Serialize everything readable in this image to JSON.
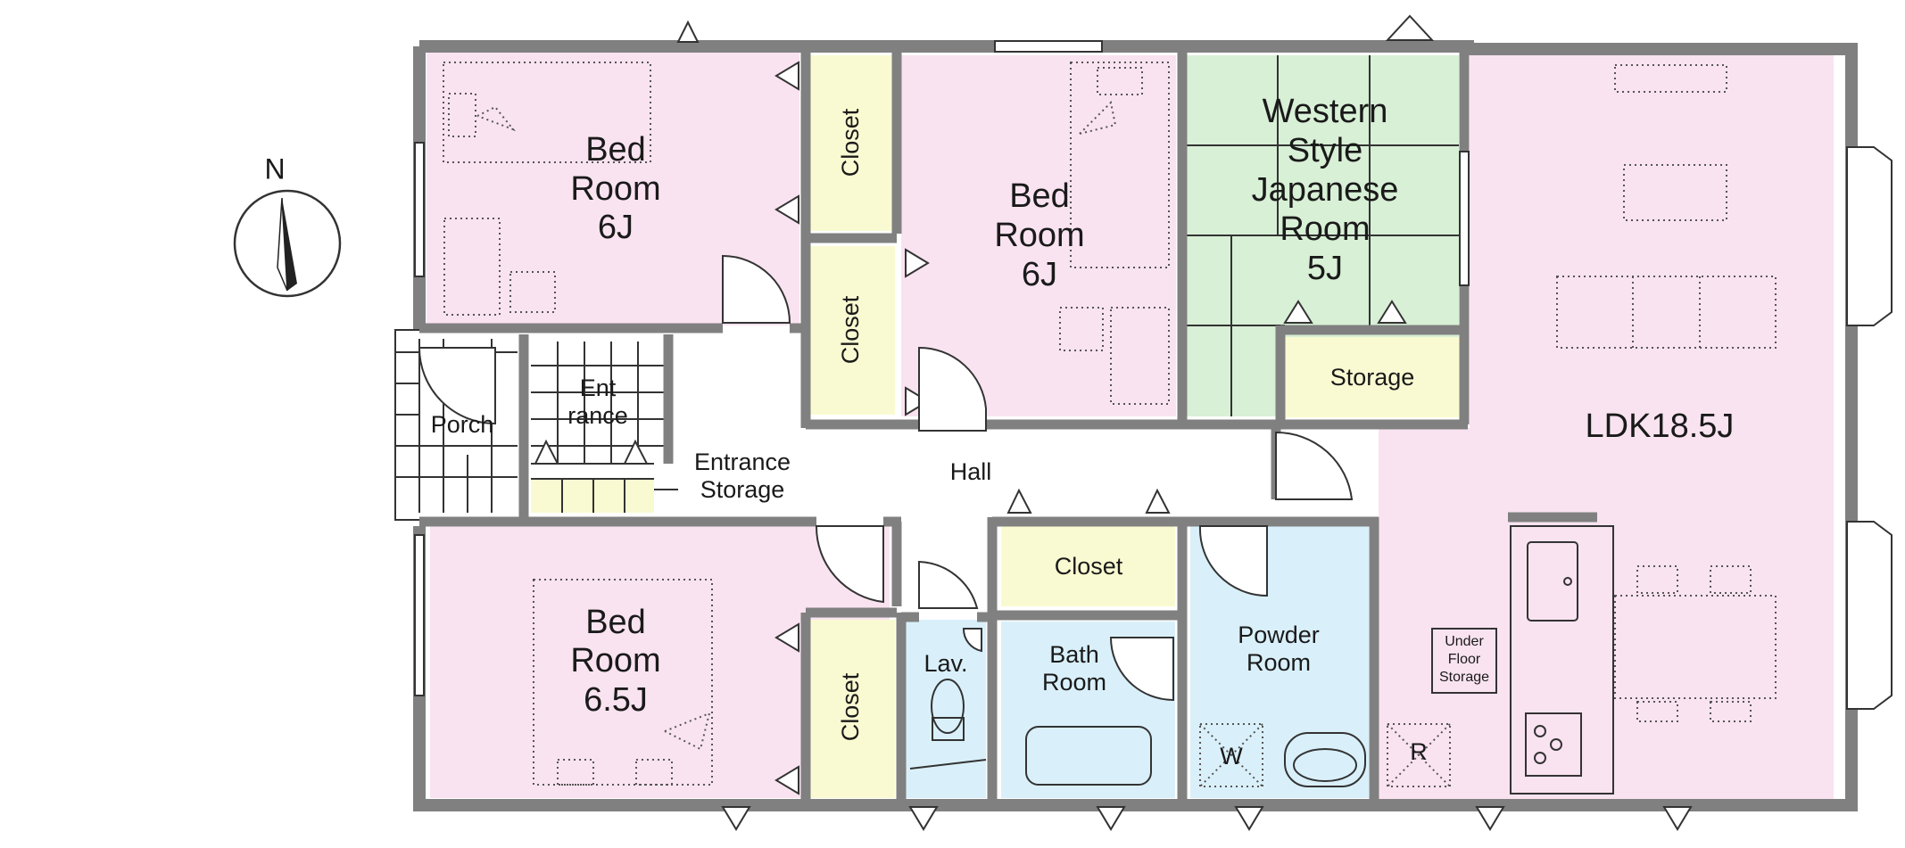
{
  "compass": {
    "label": "N"
  },
  "rooms": {
    "bedroom_nw": {
      "line1": "Bed",
      "line2": "Room",
      "line3": "6J"
    },
    "bedroom_n": {
      "line1": "Bed",
      "line2": "Room",
      "line3": "6J"
    },
    "bedroom_sw": {
      "line1": "Bed",
      "line2": "Room",
      "line3": "6.5J"
    },
    "western_room": {
      "line1": "Western",
      "line2": "Style",
      "line3": "Japanese",
      "line4": "Room",
      "line5": "5J"
    },
    "ldk": {
      "label": "LDK18.5J"
    },
    "porch": {
      "label": "Porch"
    },
    "entrance": {
      "line1": "Ent",
      "line2": "rance"
    },
    "entrance_storage": {
      "line1": "Entrance",
      "line2": "Storage"
    },
    "hall": {
      "label": "Hall"
    },
    "storage": {
      "label": "Storage"
    },
    "closet_hall": {
      "label": "Closet"
    },
    "bath": {
      "line1": "Bath",
      "line2": "Room"
    },
    "powder": {
      "line1": "Powder",
      "line2": "Room"
    },
    "lav": {
      "label": "Lav."
    },
    "under_floor": {
      "line1": "Under",
      "line2": "Floor",
      "line3": "Storage"
    }
  },
  "closets": {
    "nw_closet": "Closet",
    "n_closet": "Closet",
    "sw_closet": "Closet"
  },
  "appliance_marks": {
    "washer": "W",
    "refrigerator": "R"
  },
  "colors": {
    "bedroom": "#f9e3f0",
    "western_room": "#d8f0d6",
    "closet": "#fafad2",
    "wet_area": "#d9f0fa",
    "hall": "#ffffff",
    "wall": "#808080"
  }
}
